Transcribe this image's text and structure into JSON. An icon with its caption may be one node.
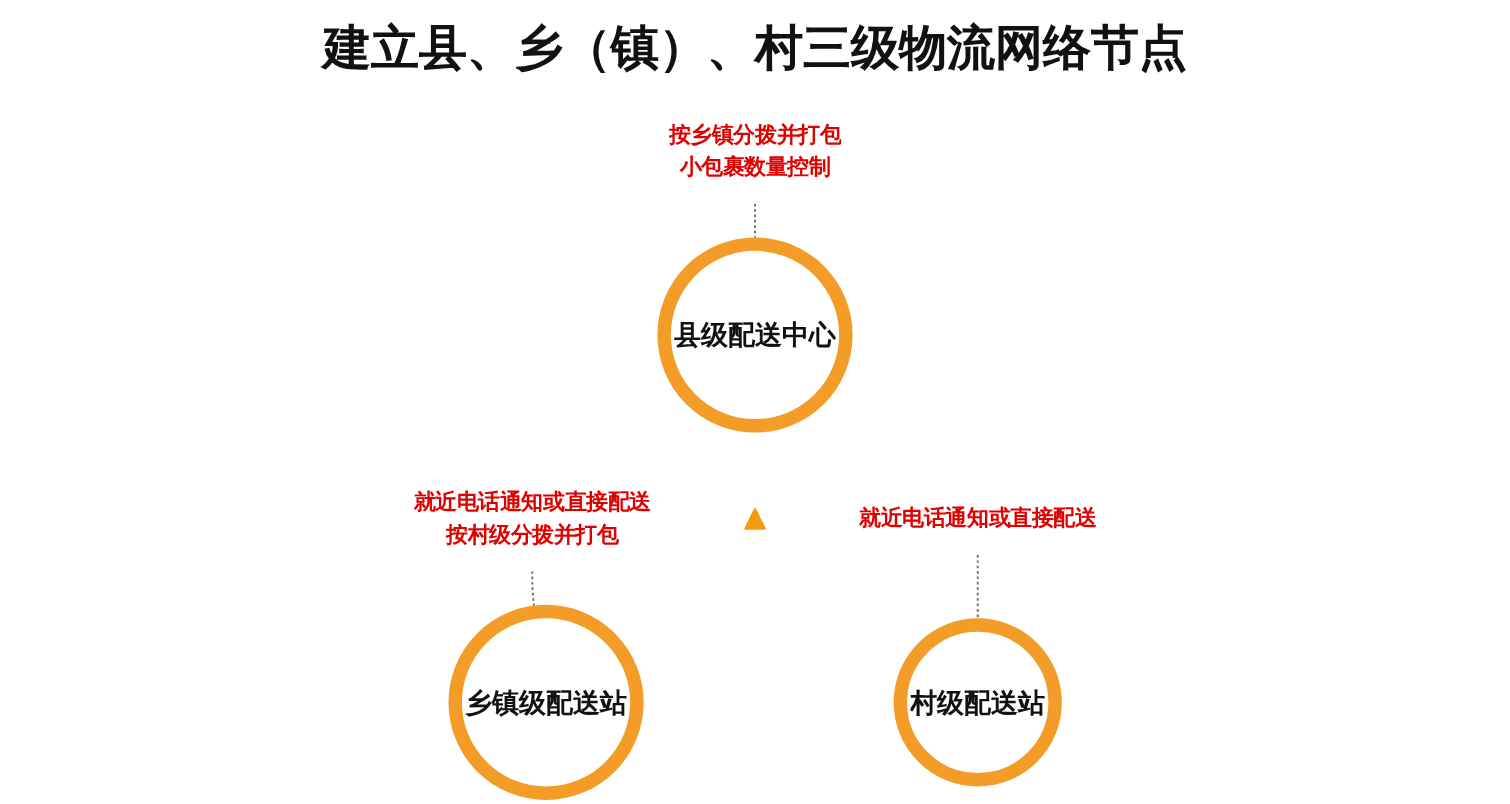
{
  "diagram": {
    "title": "建立县、乡（镇）、村三级物流网络节点",
    "nodes": [
      {
        "text": [
          "按乡镇分拨并打包",
          "小包裹数量控制"
        ]
      },
      {
        "text": [
          "县级配送中心"
        ]
      },
      {
        "text": [],
        "shape": "triangle"
      },
      {
        "text": [
          "就近电话通知或直接配送",
          "按村级分拨并打包"
        ]
      },
      {
        "text": [
          "乡镇级配送站"
        ]
      },
      {
        "text": [
          "村级配送站"
        ]
      },
      {
        "text": [
          "就近电话通知或直接配送"
        ]
      }
    ],
    "edges": [
      {
        "from": 0,
        "to": 1,
        "arrow": "none",
        "style": "dashed"
      },
      {
        "from": 3,
        "to": 4,
        "arrow": "none",
        "style": "dashed"
      },
      {
        "from": 6,
        "to": 5,
        "arrow": "none",
        "style": "dashed"
      }
    ]
  }
}
